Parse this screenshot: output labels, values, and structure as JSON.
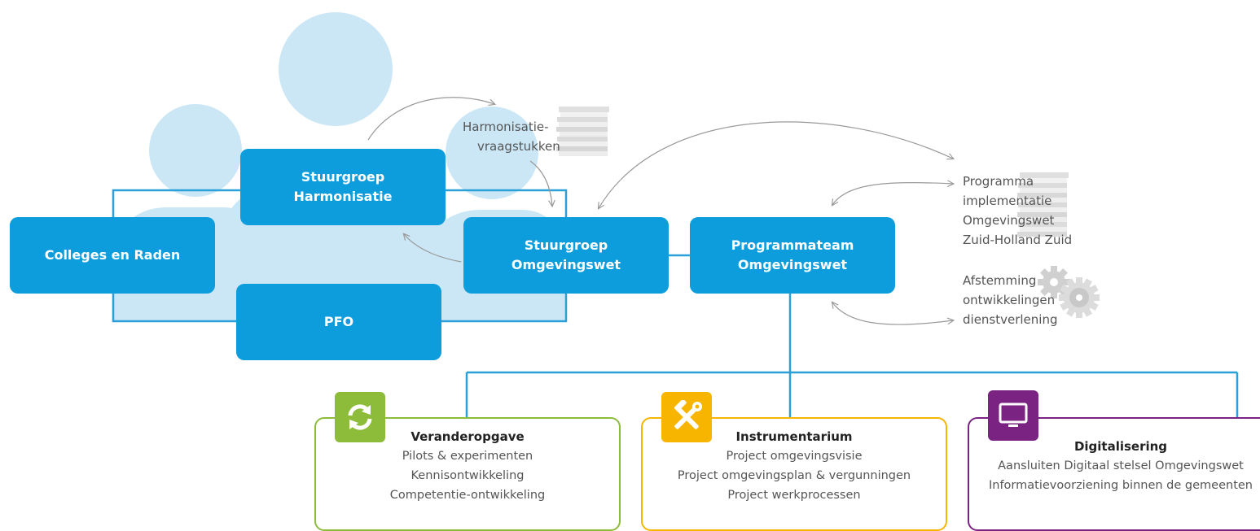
{
  "boxes": {
    "colleges": [
      "Colleges en Raden"
    ],
    "harmonisatie": [
      "Stuurgroep",
      "Harmonisatie"
    ],
    "omgevingswet": [
      "Stuurgroep",
      "Omgevingswet"
    ],
    "programmateam": [
      "Programmateam",
      "Omgevingswet"
    ],
    "pfo": [
      "PFO"
    ]
  },
  "notes": {
    "harmonisatie_vraagstukken": [
      "Harmonisatie-",
      "vraagstukken"
    ],
    "programma": [
      "Programma",
      "implementatie",
      "Omgevingswet",
      "Zuid-Holland Zuid"
    ],
    "afstemming": [
      "Afstemming",
      "ontwikkelingen",
      "dienstverlening"
    ]
  },
  "cards": [
    {
      "title": "Veranderopgave",
      "lines": [
        "Pilots & experimenten",
        "Kennisontwikkeling",
        "Competentie-ontwikkeling"
      ],
      "color": "#8dbb3a",
      "icon": "refresh-icon"
    },
    {
      "title": "Instrumentarium",
      "lines": [
        "Project omgevingsvisie",
        "Project omgevingsplan & vergunningen",
        "Project werkprocessen"
      ],
      "color": "#f7b500",
      "icon": "tools-icon"
    },
    {
      "title": "Digitalisering",
      "lines": [
        "Aansluiten Digitaal stelsel Omgevingswet",
        "Informatievoorziening binnen de gemeenten"
      ],
      "color": "#7a2382",
      "icon": "monitor-icon"
    }
  ],
  "colors": {
    "box_blue": "#0d9ddc",
    "person_light_blue": "#cbe7f6",
    "connector_blue": "#2a9fd8",
    "arrow_gray": "#999999"
  }
}
